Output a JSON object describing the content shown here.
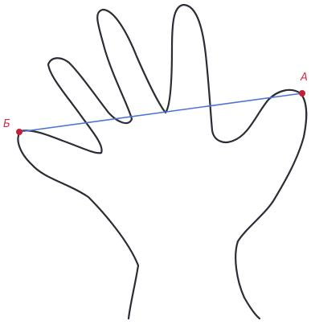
{
  "diagram": {
    "points": [
      {
        "id": "A",
        "label": "А"
      },
      {
        "id": "B",
        "label": "Б"
      }
    ],
    "colors": {
      "outline": "#2a2d36",
      "measure_line": "#4a74d6",
      "point": "#c0203a",
      "label": "#d1304d"
    }
  }
}
